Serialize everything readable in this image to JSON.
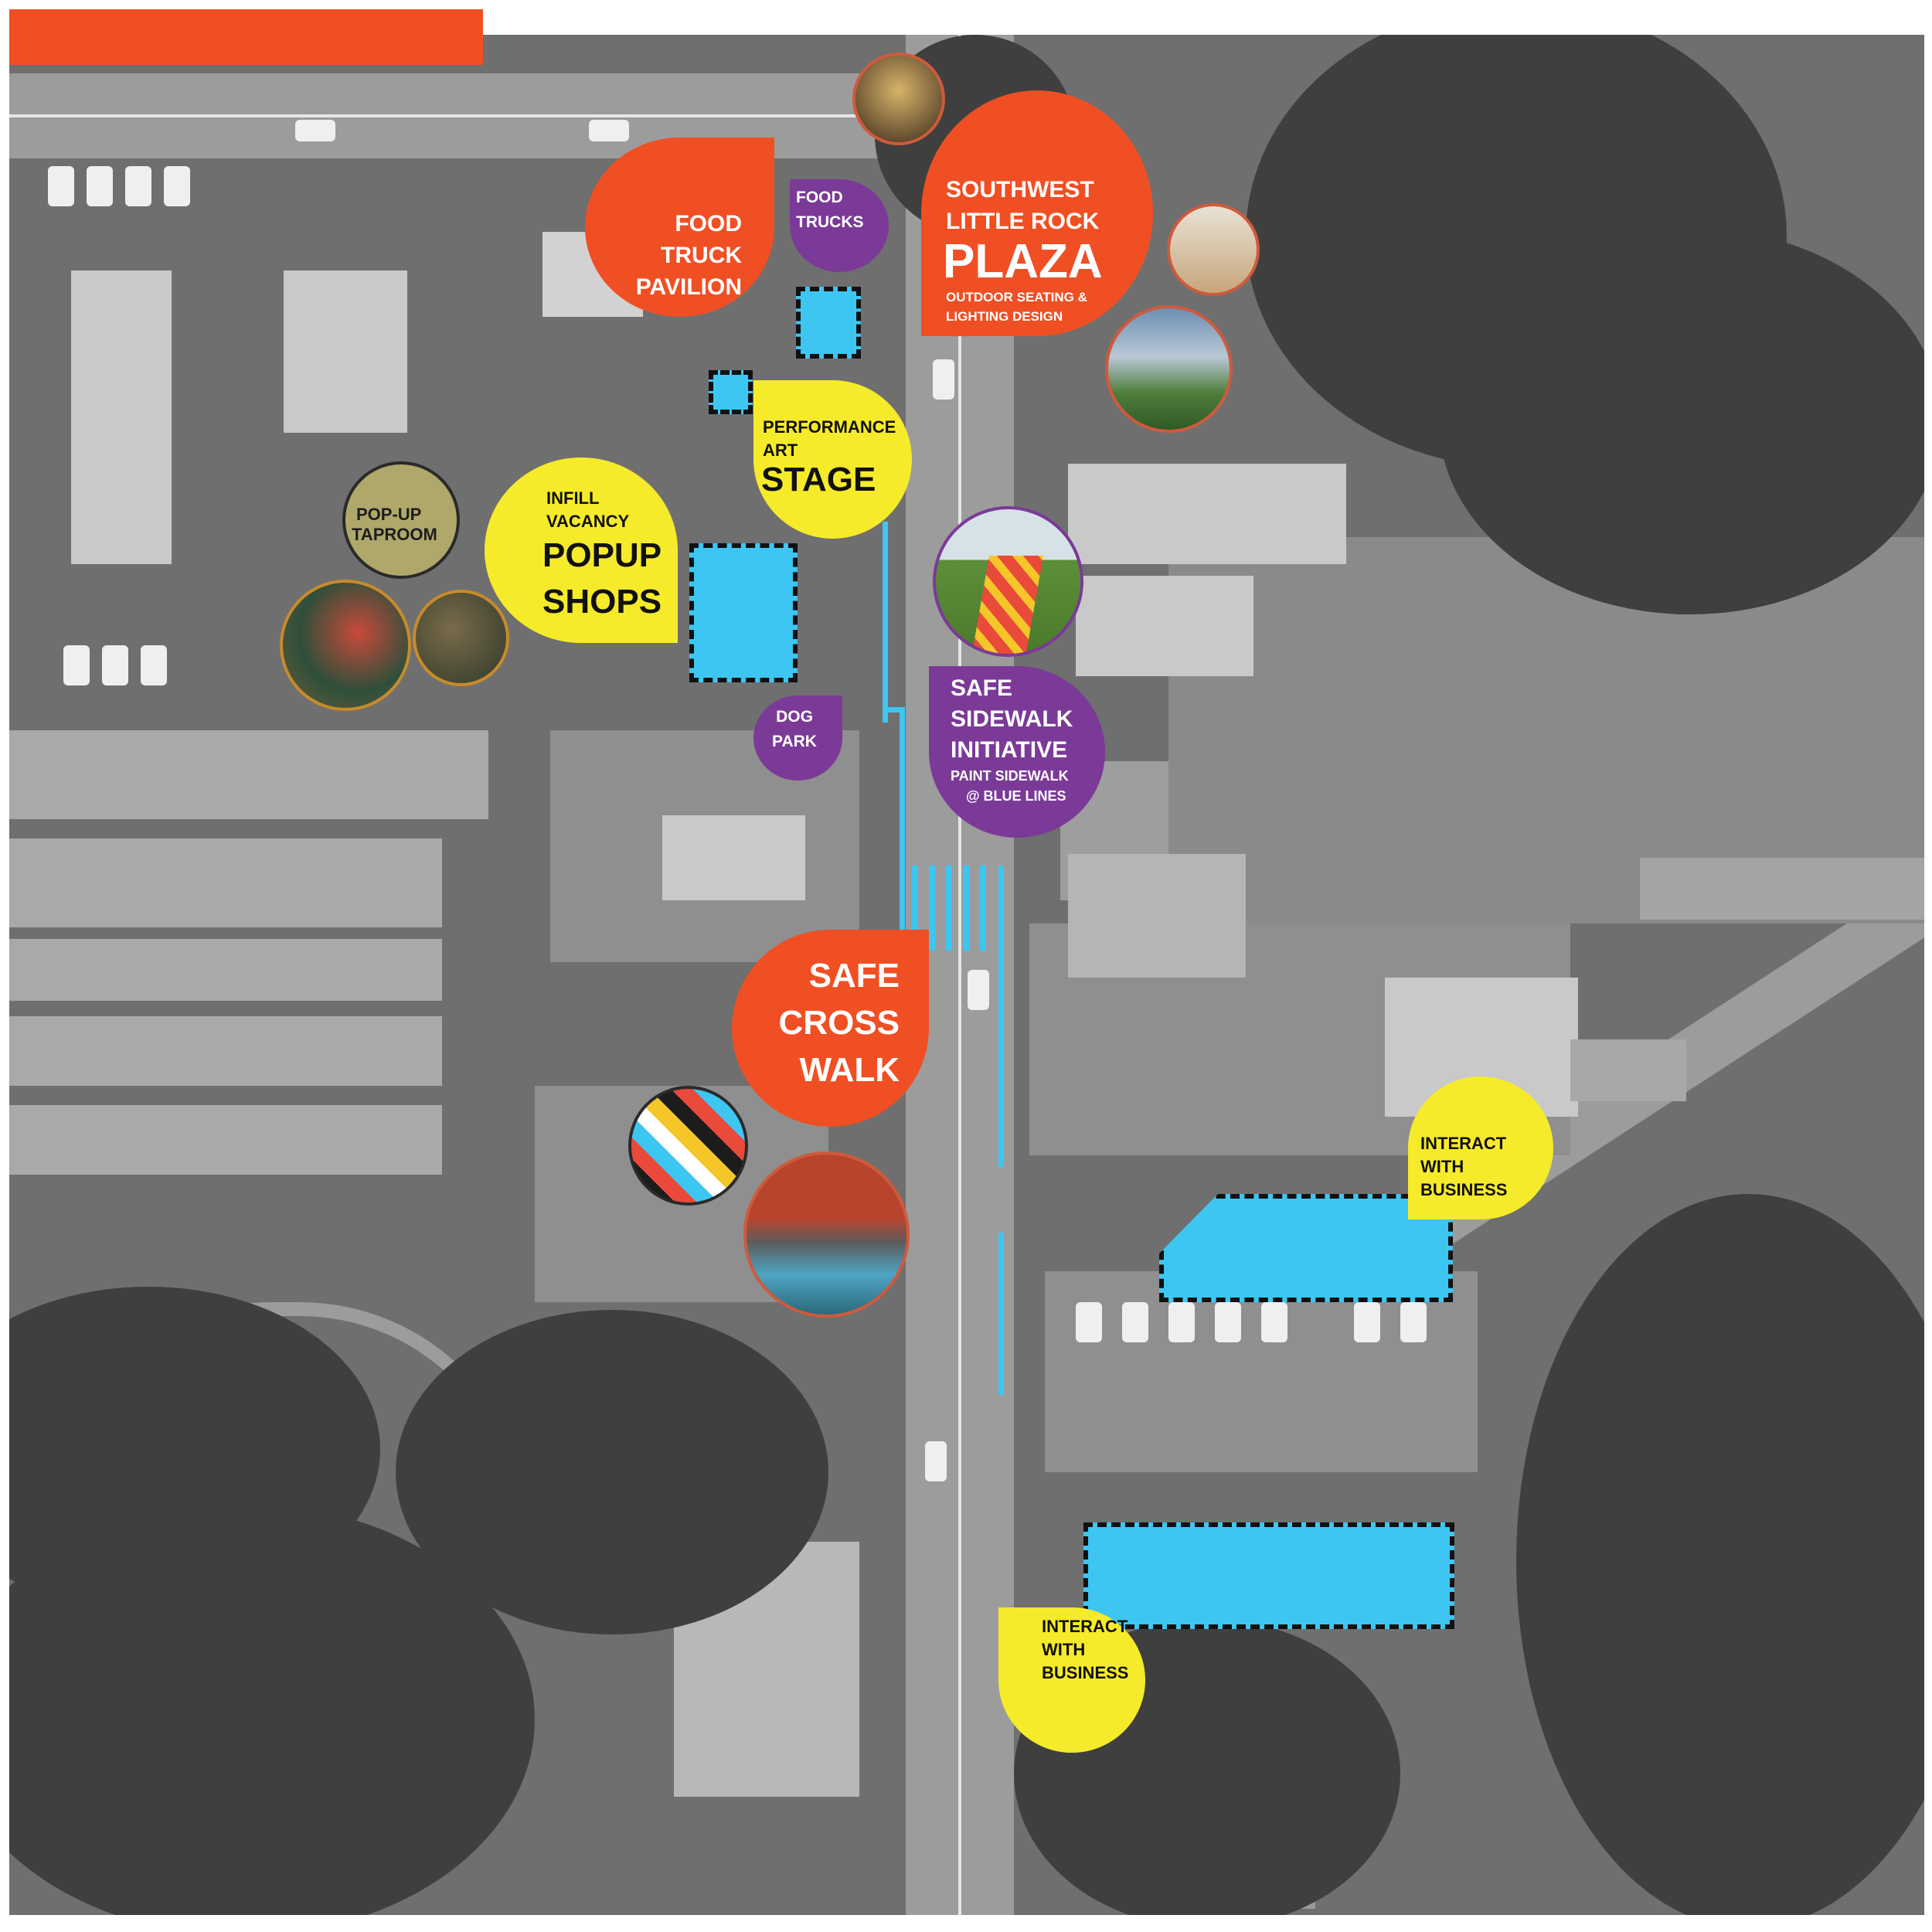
{
  "header": {
    "accent_color": "#f04f24"
  },
  "colors": {
    "orange": "#f04f24",
    "yellow": "#f6eb2a",
    "purple": "#7b3a97",
    "blue": "#3ec6f2"
  },
  "labels": {
    "food_truck_pavilion": [
      "FOOD",
      "TRUCK",
      "PAVILION"
    ],
    "food_trucks": [
      "FOOD",
      "TRUCKS"
    ],
    "plaza": {
      "line1": "SOUTHWEST",
      "line2": "LITTLE ROCK",
      "title": "PLAZA",
      "sub1": "OUTDOOR SEATING &",
      "sub2": "LIGHTING DESIGN"
    },
    "stage": {
      "line1": "PERFORMANCE",
      "line2": "ART",
      "title": "STAGE"
    },
    "popup": {
      "line1": "INFILL",
      "line2": "VACANCY",
      "title1": "POPUP",
      "title2": "SHOPS"
    },
    "popup_sign": [
      "POP-UP",
      "TAPROOM"
    ],
    "dog_park": [
      "DOG",
      "PARK"
    ],
    "sidewalk": {
      "line1": "SAFE",
      "line2": "SIDEWALK",
      "line3": "INITIATIVE",
      "sub1": "PAINT SIDEWALK",
      "sub2": "@ BLUE LINES"
    },
    "crosswalk": [
      "SAFE",
      "CROSS",
      "WALK"
    ],
    "interact_1": [
      "INTERACT",
      "WITH",
      "BUSINESS"
    ],
    "interact_2": [
      "INTERACT",
      "WITH",
      "BUSINESS"
    ]
  },
  "icons": {
    "photo": "photo-thumbnail-icon"
  }
}
